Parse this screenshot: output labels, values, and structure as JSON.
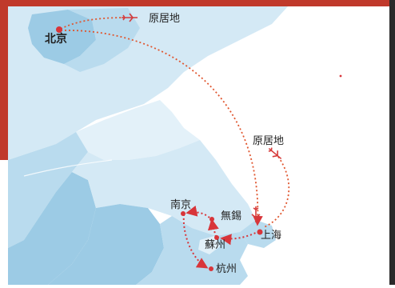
{
  "labels": {
    "beijing": "北京",
    "origin_north": "原居地",
    "origin_east": "原居地",
    "nanjing": "南京",
    "wuxi": "無錫",
    "suzhou": "蘇州",
    "shanghai": "上海",
    "hangzhou": "杭州"
  },
  "colors": {
    "sea": "#ffffff",
    "land_dark": "#9ccbe5",
    "land_mid": "#b9dbee",
    "land_light": "#d4e9f5",
    "land_pale": "#e3f1f9",
    "border_red": "#c0392b",
    "route": "#e0562f",
    "city_dot": "#d8353a",
    "plane": "#d63b3b"
  },
  "icons": [
    "airplane-icon",
    "city-marker-icon",
    "route-arrow-icon"
  ]
}
